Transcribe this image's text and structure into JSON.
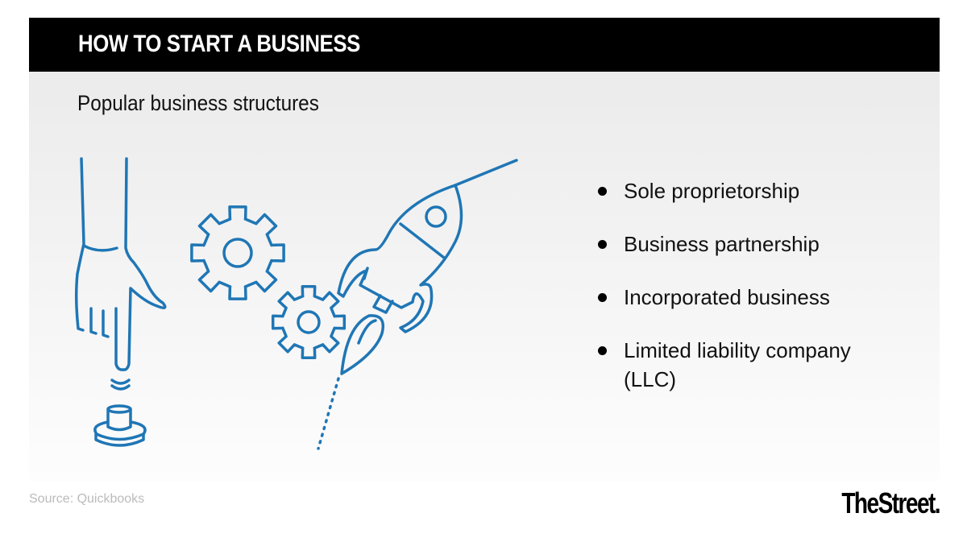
{
  "header": {
    "title": "HOW TO START A BUSINESS"
  },
  "subtitle": "Popular business structures",
  "structures": [
    "Sole proprietorship",
    "Business partnership",
    "Incorporated business",
    "Limited liability company (LLC)"
  ],
  "footer": {
    "source": "Source: Quickbooks",
    "logo": "TheStreet."
  },
  "colors": {
    "icon_blue": "#1f76b5",
    "header_bg": "#000000"
  }
}
